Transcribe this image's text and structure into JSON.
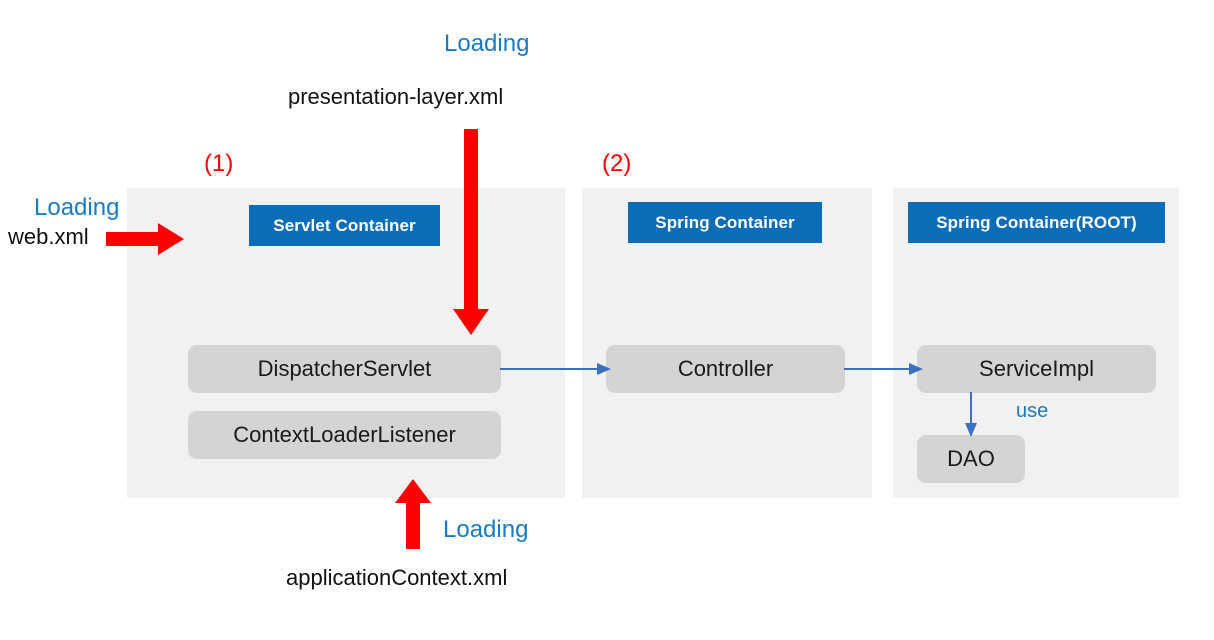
{
  "diagram": {
    "title": "Spring MVC container loading diagram",
    "colors": {
      "panel_bg": "#f1f1f1",
      "header_blue": "#0b6cb7",
      "box_gray": "#d4d4d4",
      "arrow_red": "#ff0000",
      "arrow_blue": "#3d6fbf",
      "label_blue": "#1a7ac4",
      "label_red": "#ff0000"
    },
    "step_markers": [
      {
        "name": "step-1",
        "text": "(1)"
      },
      {
        "name": "step-2",
        "text": "(2)"
      }
    ],
    "panels": [
      {
        "id": "servlet-container",
        "header": "Servlet Container",
        "boxes": [
          "DispatcherServlet",
          "ContextLoaderListener"
        ]
      },
      {
        "id": "spring-container",
        "header": "Spring Container",
        "boxes": [
          "Controller"
        ]
      },
      {
        "id": "spring-container-root",
        "header": "Spring Container(ROOT)",
        "boxes": [
          "ServiceImpl",
          "DAO"
        ]
      }
    ],
    "annotations": [
      {
        "name": "loading-web-xml",
        "label": "Loading",
        "file": "web.xml"
      },
      {
        "name": "loading-presentation-layer",
        "label": "Loading",
        "file": "presentation-layer.xml"
      },
      {
        "name": "loading-application-context",
        "label": "Loading",
        "file": "applicationContext.xml"
      },
      {
        "name": "use-relation",
        "label": "use"
      }
    ],
    "texts": {
      "loading_top": "Loading",
      "presentation_layer_xml": "presentation-layer.xml",
      "loading_left": "Loading",
      "web_xml": "web.xml",
      "loading_bottom": "Loading",
      "application_context_xml": "applicationContext.xml",
      "use": "use",
      "step1": "(1)",
      "step2": "(2)",
      "servlet_container": "Servlet Container",
      "spring_container": "Spring Container",
      "spring_container_root": "Spring Container(ROOT)",
      "dispatcher_servlet": "DispatcherServlet",
      "context_loader_listener": "ContextLoaderListener",
      "controller": "Controller",
      "service_impl": "ServiceImpl",
      "dao": "DAO"
    }
  }
}
